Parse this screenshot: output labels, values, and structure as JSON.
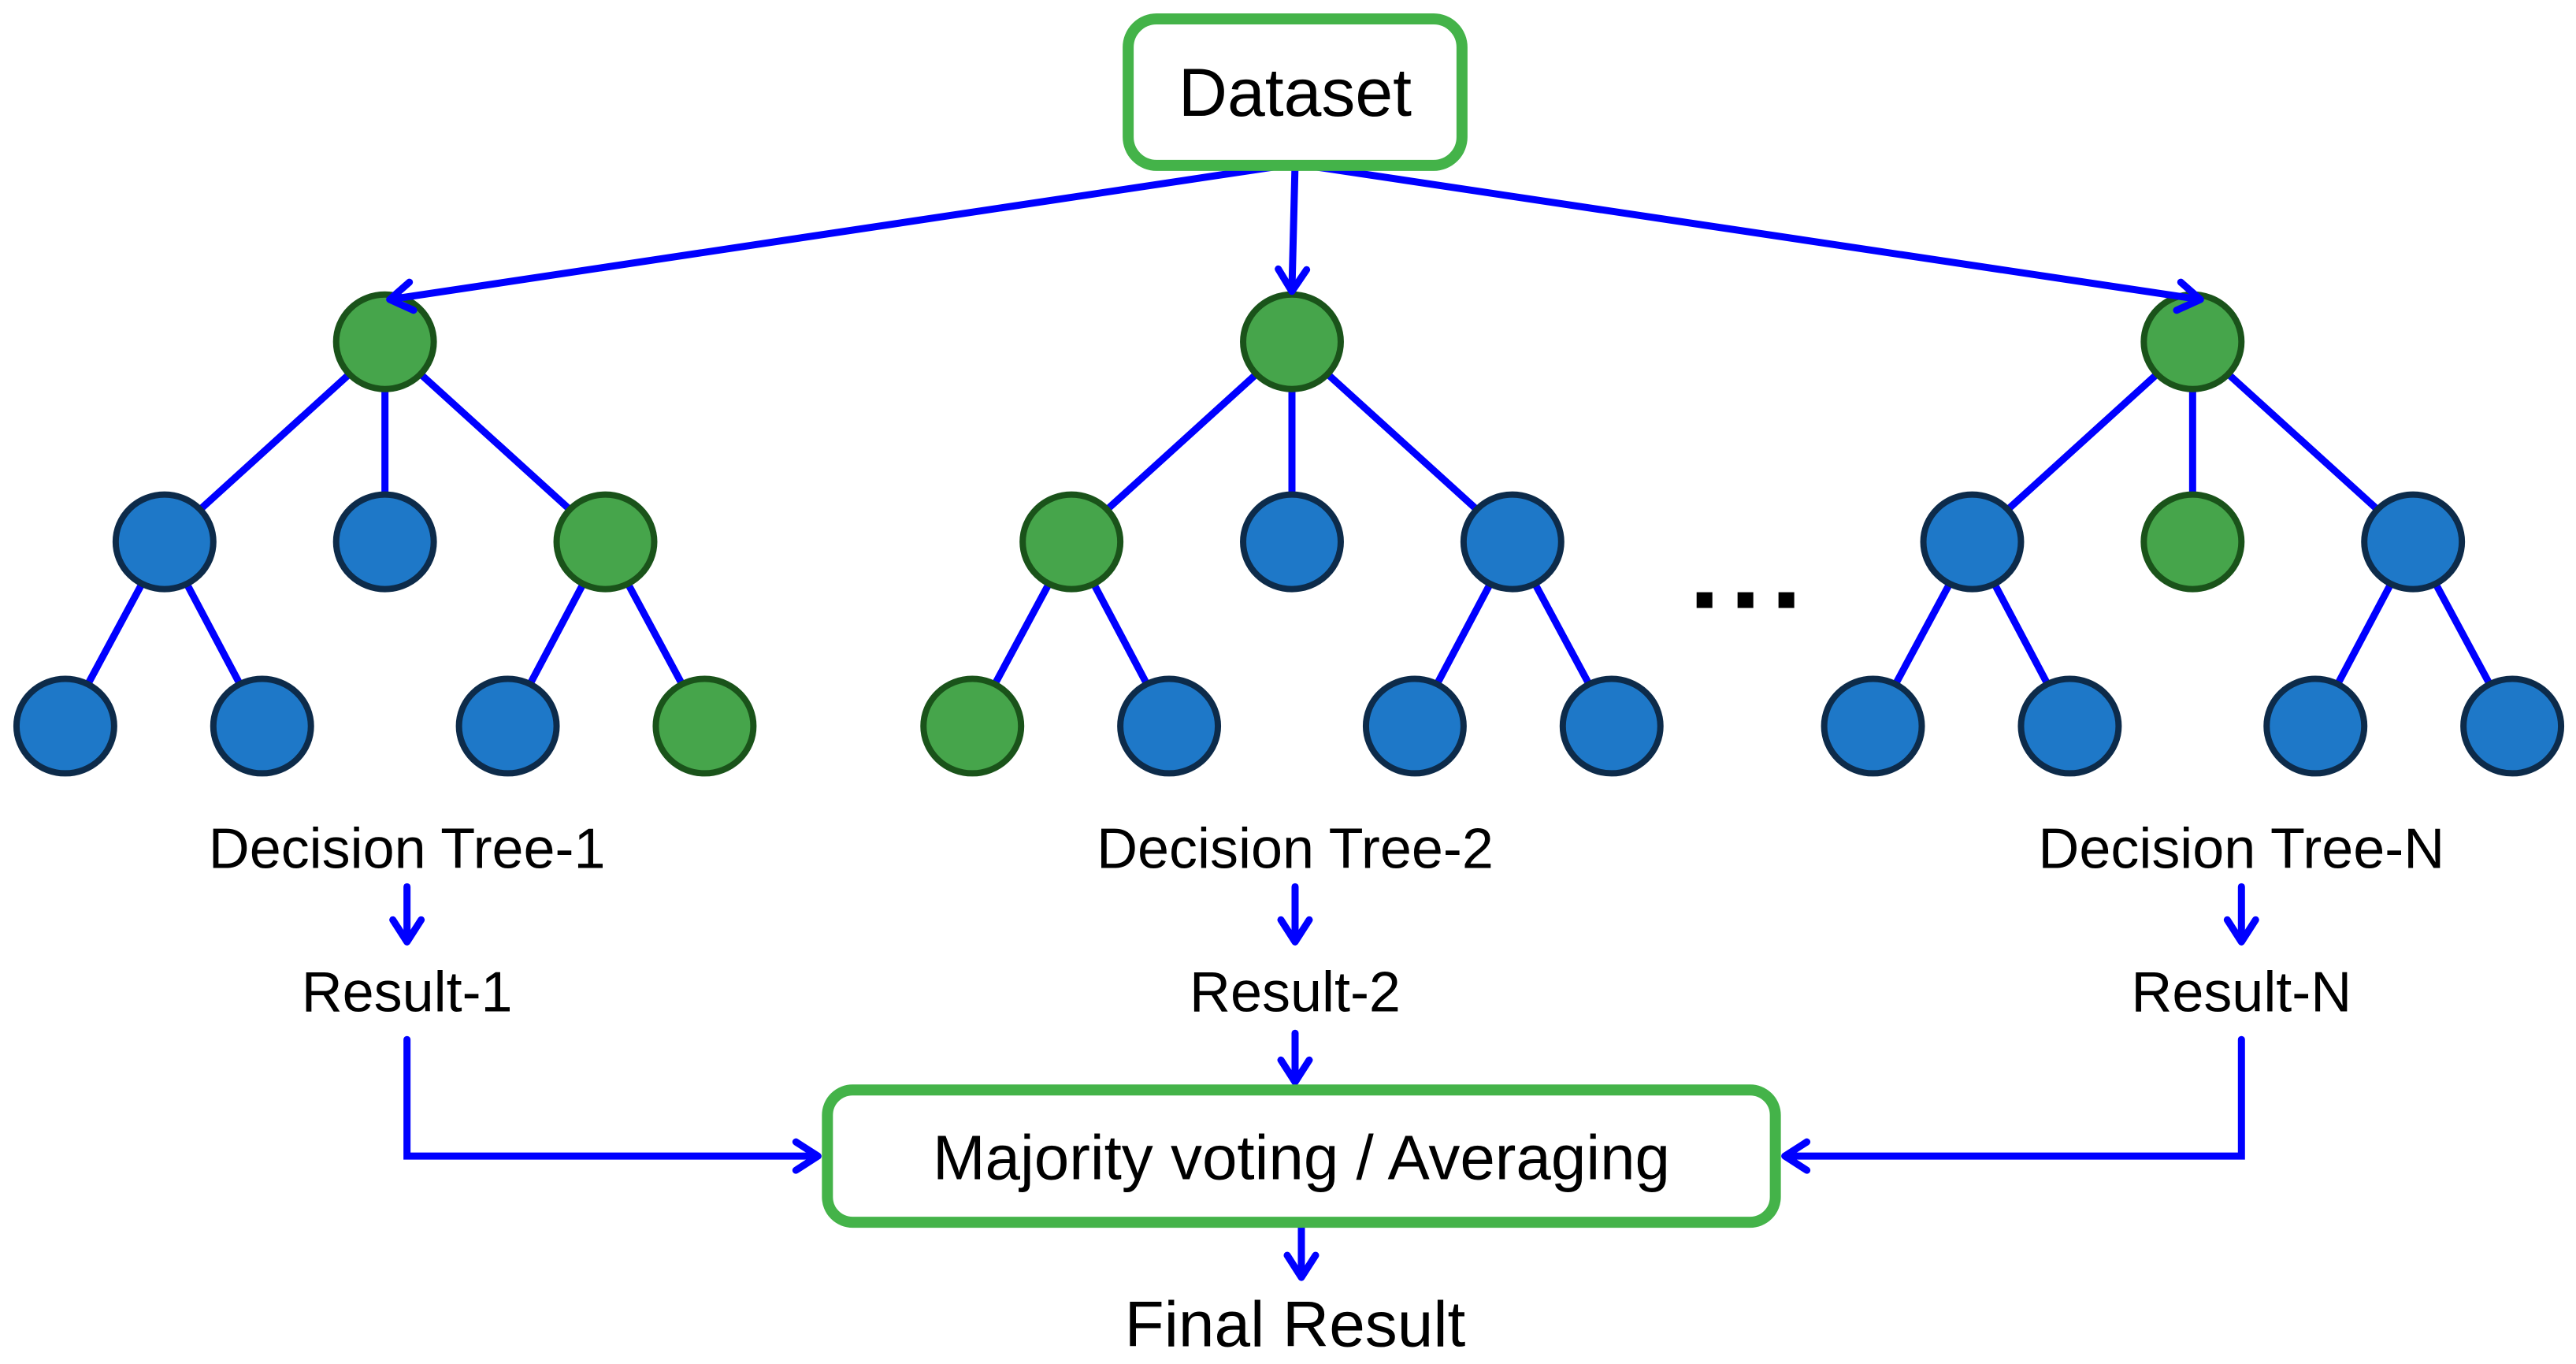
{
  "diagram": {
    "dataset": {
      "label": "Dataset"
    },
    "trees": [
      {
        "label": "Decision Tree-1",
        "result": "Result-1",
        "root": "green",
        "middle": [
          "blue",
          "blue",
          "green"
        ],
        "bottom": [
          "blue",
          "blue",
          "blue",
          "green"
        ]
      },
      {
        "label": "Decision Tree-2",
        "result": "Result-2",
        "root": "green",
        "middle": [
          "green",
          "blue",
          "blue"
        ],
        "bottom": [
          "green",
          "blue",
          "blue",
          "blue"
        ]
      },
      {
        "label": "Decision Tree-N",
        "result": "Result-N",
        "root": "green",
        "middle": [
          "blue",
          "green",
          "blue"
        ],
        "bottom": [
          "blue",
          "blue",
          "blue",
          "blue"
        ]
      }
    ],
    "ellipsis": "...",
    "aggregator": {
      "label": "Majority voting / Averaging"
    },
    "final": {
      "label": "Final Result"
    },
    "colors": {
      "background": "#FFFFFF",
      "text": "#000000",
      "arrow_blue": "#0000FF",
      "box_border_green": "#44B349",
      "node_green_fill": "#46A54B",
      "node_green_border": "#1A531A",
      "node_blue_fill": "#1E78C8",
      "node_blue_border": "#0D2B4A"
    }
  }
}
